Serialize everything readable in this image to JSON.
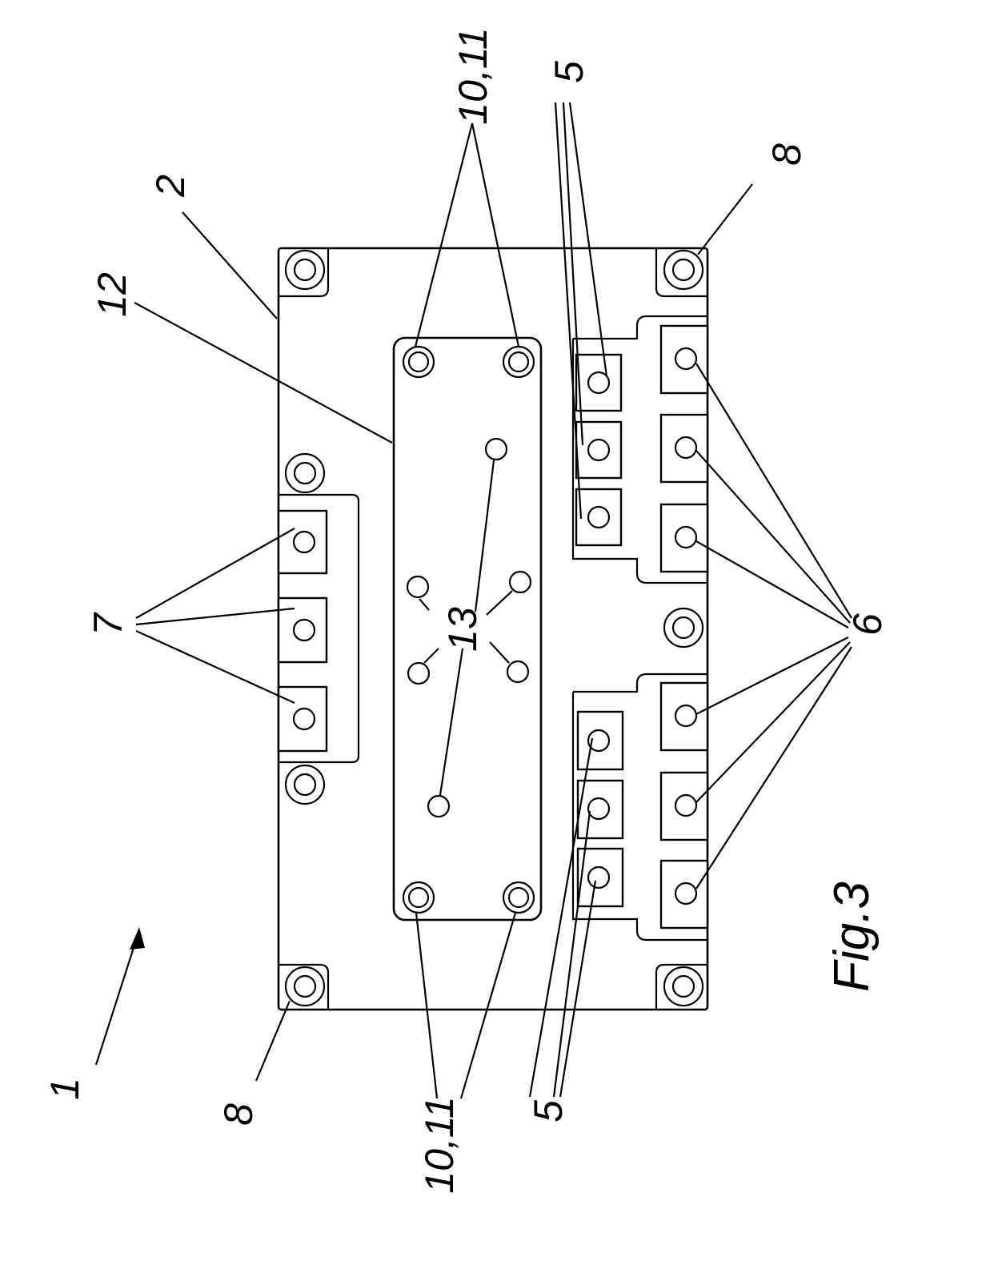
{
  "figure": {
    "caption": "Fig.3",
    "labels": {
      "module": "1",
      "housing": "2",
      "terminals_5": "5",
      "terminals_6": "6",
      "terminals_7": "7",
      "mount_holes": "8",
      "screws": "10,11",
      "cover_plate": "12",
      "pins": "13"
    }
  }
}
